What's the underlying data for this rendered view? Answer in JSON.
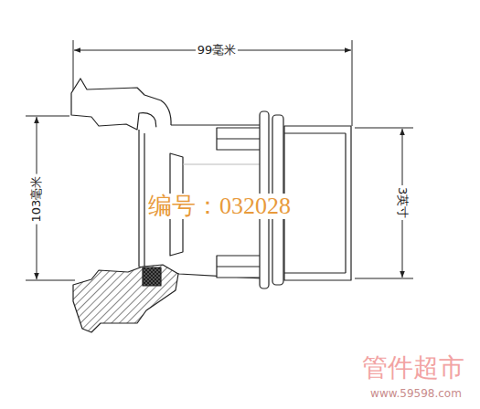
{
  "diagram": {
    "labels": [
      "99毫米",
      "103毫米",
      "3英寸",
      "编号：032028",
      "管件超市",
      "www.59598.com"
    ]
  }
}
